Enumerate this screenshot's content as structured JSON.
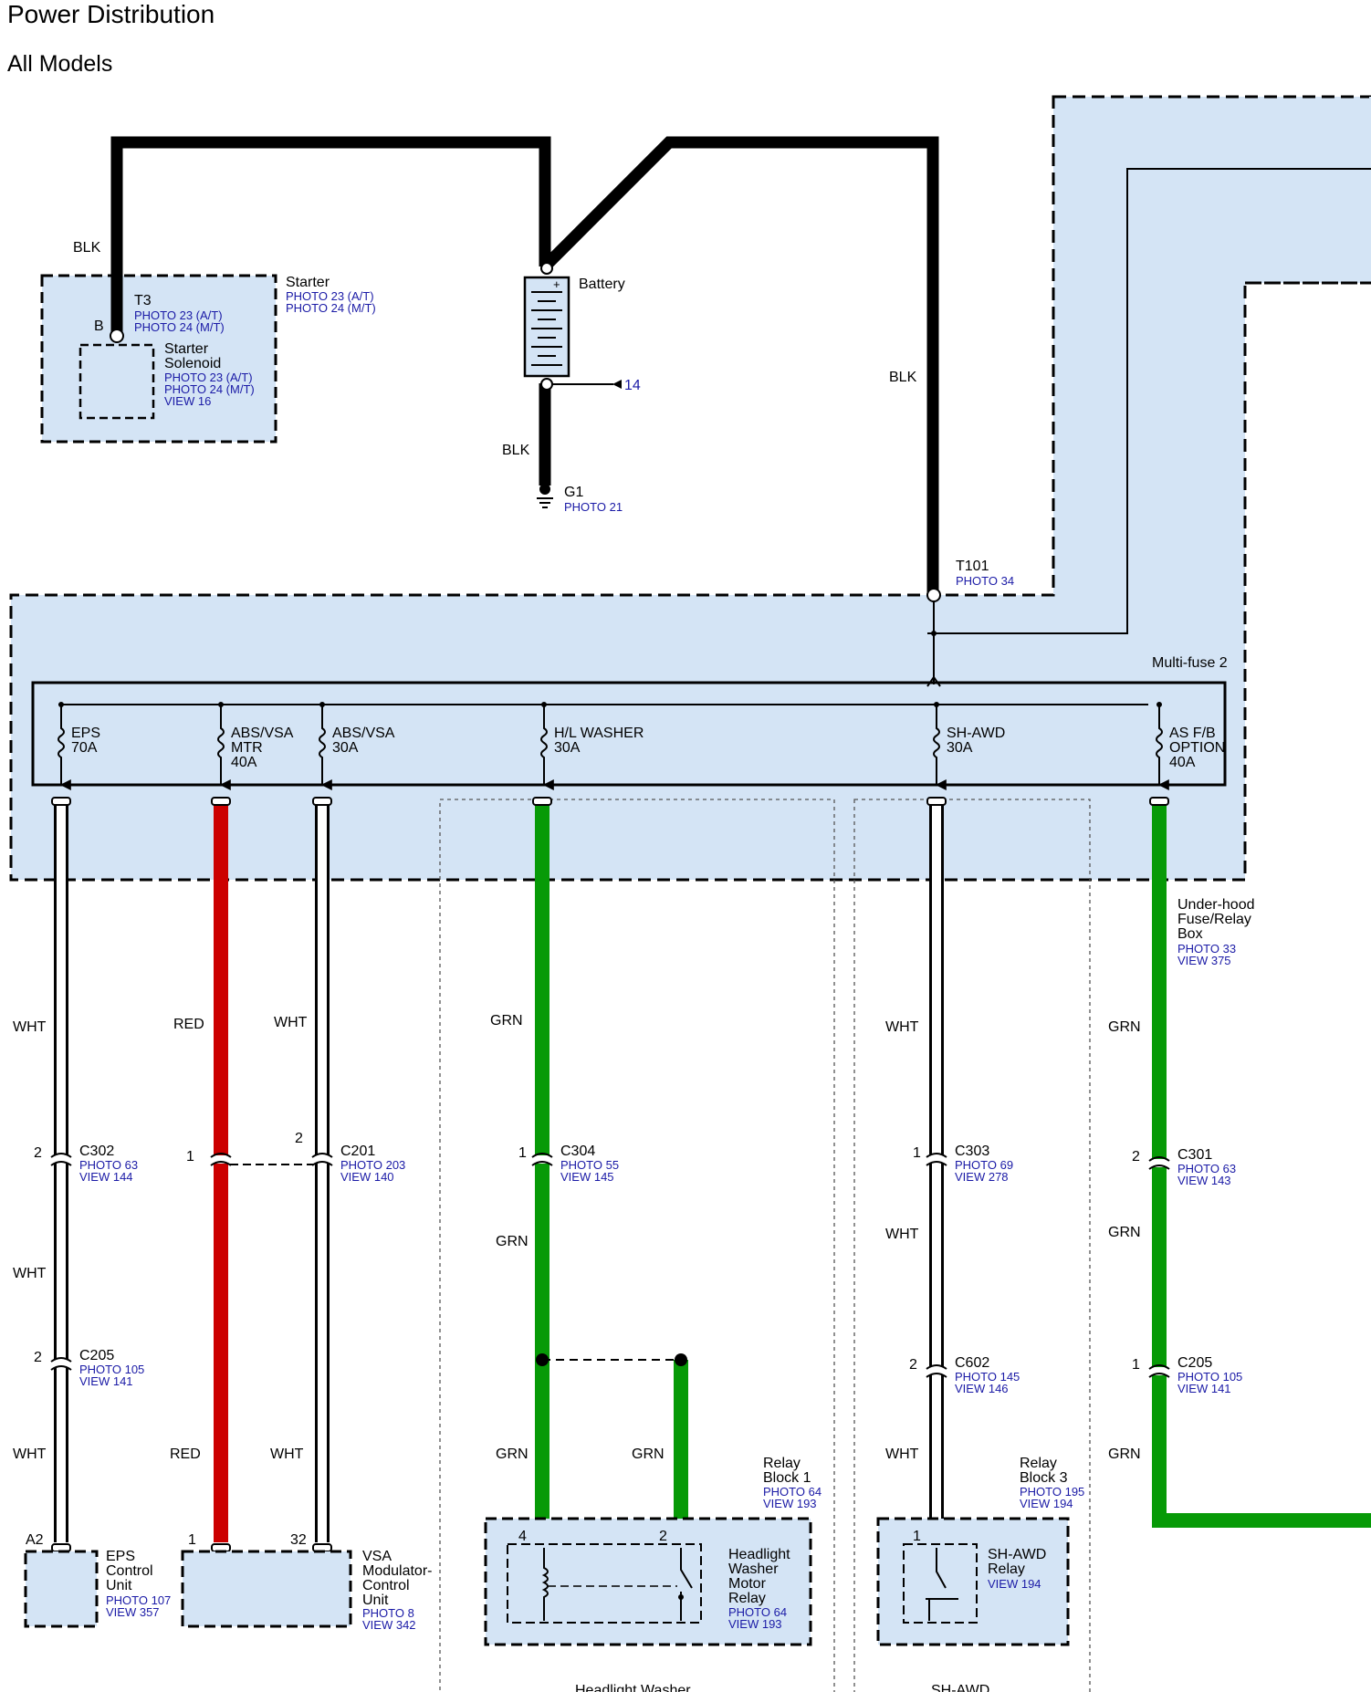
{
  "title": "Power Distribution",
  "subtitle": "All Models",
  "colors": {
    "box_fill": "#d4e4f5",
    "wire_black": "#000000",
    "wire_red": "#cc0000",
    "wire_green": "#079a07",
    "wire_white": "#ffffff",
    "ref_text": "#1a1aa6"
  },
  "starter": {
    "name": "Starter",
    "refs": [
      "PHOTO 23 (A/T)",
      "PHOTO 24 (M/T)"
    ],
    "terminal_name": "T3",
    "terminal_refs": [
      "PHOTO 23 (A/T)",
      "PHOTO 24 (M/T)"
    ],
    "pin": "B",
    "solenoid_name": [
      "Starter",
      "Solenoid"
    ],
    "solenoid_refs": [
      "PHOTO 23 (A/T)",
      "PHOTO 24 (M/T)",
      "VIEW 16"
    ]
  },
  "battery": {
    "name": "Battery",
    "ground_link": "14"
  },
  "ground": {
    "name": "G1",
    "ref": "PHOTO 21"
  },
  "wire_colors": {
    "blk": "BLK",
    "wht": "WHT",
    "red": "RED",
    "grn": "GRN"
  },
  "t101": {
    "name": "T101",
    "ref": "PHOTO 34"
  },
  "multifuse": {
    "name": "Multi-fuse 2"
  },
  "fuses": [
    {
      "lines": [
        "EPS",
        "70A"
      ]
    },
    {
      "lines": [
        "ABS/VSA",
        "MTR",
        "40A"
      ]
    },
    {
      "lines": [
        "ABS/VSA",
        "30A"
      ]
    },
    {
      "lines": [
        "H/L WASHER",
        "30A"
      ]
    },
    {
      "lines": [
        "SH-AWD",
        "30A"
      ]
    },
    {
      "lines": [
        "AS F/B",
        "OPTION",
        "40A"
      ]
    }
  ],
  "underhood": {
    "lines": [
      "Under-hood",
      "Fuse/Relay",
      "Box"
    ],
    "refs": [
      "PHOTO 33",
      "VIEW 375"
    ]
  },
  "connectors": {
    "c302": {
      "name": "C302",
      "refs": [
        "PHOTO 63",
        "VIEW 144"
      ],
      "pin": "2"
    },
    "c201": {
      "name": "C201",
      "refs": [
        "PHOTO 203",
        "VIEW 140"
      ],
      "pin_red": "1",
      "pin_wht": "2"
    },
    "c304": {
      "name": "C304",
      "refs": [
        "PHOTO 55",
        "VIEW 145"
      ],
      "pin": "1"
    },
    "c303": {
      "name": "C303",
      "refs": [
        "PHOTO 69",
        "VIEW 278"
      ],
      "pin": "1"
    },
    "c301": {
      "name": "C301",
      "refs": [
        "PHOTO 63",
        "VIEW 143"
      ],
      "pin": "2"
    },
    "c205a": {
      "name": "C205",
      "refs": [
        "PHOTO 105",
        "VIEW 141"
      ],
      "pin": "2"
    },
    "c602": {
      "name": "C602",
      "refs": [
        "PHOTO 145",
        "VIEW 146"
      ],
      "pin": "2"
    },
    "c205b": {
      "name": "C205",
      "refs": [
        "PHOTO 105",
        "VIEW 141"
      ],
      "pin": "1"
    }
  },
  "eps_unit": {
    "lines": [
      "EPS",
      "Control",
      "Unit"
    ],
    "refs": [
      "PHOTO 107",
      "VIEW 357"
    ],
    "pin": "A2"
  },
  "vsa_unit": {
    "lines": [
      "VSA",
      "Modulator-",
      "Control",
      "Unit"
    ],
    "refs": [
      "PHOTO 8",
      "VIEW 342"
    ],
    "pin_red": "1",
    "pin_wht": "32"
  },
  "relay_block_1": {
    "lines": [
      "Relay",
      "Block 1"
    ],
    "refs": [
      "PHOTO 64",
      "VIEW 193"
    ]
  },
  "hw_relay": {
    "lines": [
      "Headlight",
      "Washer",
      "Motor",
      "Relay"
    ],
    "refs": [
      "PHOTO 64",
      "VIEW 193"
    ],
    "pin_a": "4",
    "pin_b": "2"
  },
  "relay_block_3": {
    "lines": [
      "Relay",
      "Block 3"
    ],
    "refs": [
      "PHOTO 195",
      "VIEW 194"
    ]
  },
  "shawd_relay": {
    "lines": [
      "SH-AWD",
      "Relay"
    ],
    "refs": [
      "VIEW 194"
    ],
    "pin": "1"
  },
  "options": {
    "headlight_washer": "Headlight Washer",
    "shawd": "SH-AWD"
  }
}
